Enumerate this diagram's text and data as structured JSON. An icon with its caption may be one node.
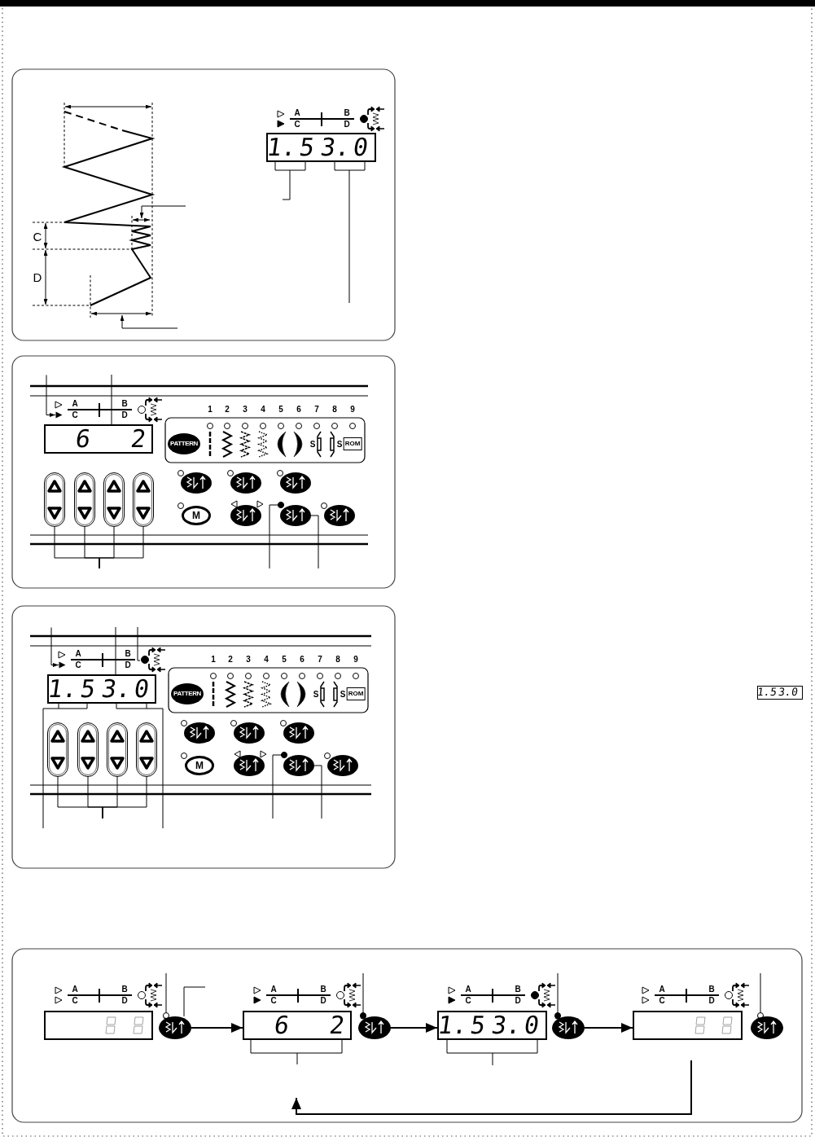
{
  "diagram": {
    "nodes": [
      {
        "text": [
          "1.",
          "5",
          "3.",
          "0"
        ]
      },
      {
        "text": [
          "6",
          "2"
        ]
      },
      {
        "text": [],
        "shape": "key"
      },
      {
        "text": [],
        "shape": "key"
      },
      {
        "text": [],
        "shape": "key"
      },
      {
        "text": [],
        "shape": "key"
      },
      {
        "text": [],
        "shape": "button"
      },
      {
        "text": [],
        "shape": "button"
      },
      {
        "text": [],
        "shape": "button"
      },
      {
        "text": [],
        "shape": "button"
      },
      {
        "text": [],
        "shape": "button"
      },
      {
        "text": [],
        "shape": "button"
      },
      {
        "text": [
          "1.",
          "5",
          "3.",
          "0"
        ]
      },
      {
        "text": [],
        "shape": "key"
      },
      {
        "text": [],
        "shape": "key"
      },
      {
        "text": [],
        "shape": "key"
      },
      {
        "text": [],
        "shape": "key"
      },
      {
        "text": [],
        "shape": "button"
      },
      {
        "text": [],
        "shape": "button"
      },
      {
        "text": [],
        "shape": "button"
      },
      {
        "text": [],
        "shape": "button"
      },
      {
        "text": [],
        "shape": "button"
      },
      {
        "text": [],
        "shape": "button"
      },
      {
        "text": [
          "1.",
          "5",
          "3.",
          "0"
        ]
      },
      {
        "text": [],
        "shape": "box"
      },
      {
        "text": [],
        "shape": "button"
      },
      {
        "text": [
          "6",
          "2"
        ]
      },
      {
        "text": [],
        "shape": "button"
      },
      {
        "text": [
          "1.",
          "5",
          "3.",
          "0"
        ]
      },
      {
        "text": [],
        "shape": "button"
      },
      {
        "text": [],
        "shape": "box"
      },
      {
        "text": [],
        "shape": "button"
      },
      {
        "text": [],
        "shape": "triangle"
      },
      {
        "text": [],
        "shape": "triangle"
      }
    ],
    "edges": [
      {
        "from": 0,
        "to": null,
        "arrow": "none"
      },
      {
        "from": 0,
        "to": null,
        "arrow": "none"
      },
      {
        "from": null,
        "to": 1,
        "arrow": "none"
      },
      {
        "from": 2,
        "to": null,
        "arrow": "none"
      },
      {
        "from": 3,
        "to": null,
        "arrow": "none"
      },
      {
        "from": 4,
        "to": null,
        "arrow": "none"
      },
      {
        "from": 5,
        "to": null,
        "arrow": "none"
      },
      {
        "from": null,
        "to": 10,
        "arrow": "other"
      },
      {
        "from": 10,
        "to": null,
        "arrow": "none"
      },
      {
        "from": null,
        "to": 12,
        "arrow": "none"
      },
      {
        "from": 12,
        "to": null,
        "arrow": "none"
      },
      {
        "from": 12,
        "to": null,
        "arrow": "none"
      },
      {
        "from": 13,
        "to": null,
        "arrow": "none"
      },
      {
        "from": 14,
        "to": null,
        "arrow": "none"
      },
      {
        "from": 15,
        "to": null,
        "arrow": "none"
      },
      {
        "from": 16,
        "to": null,
        "arrow": "none"
      },
      {
        "from": null,
        "to": 21,
        "arrow": "other"
      },
      {
        "from": 21,
        "to": null,
        "arrow": "none"
      },
      {
        "from": 25,
        "to": 26,
        "arrow": "to"
      },
      {
        "from": 27,
        "to": 28,
        "arrow": "to"
      },
      {
        "from": 29,
        "to": 30,
        "arrow": "to"
      },
      {
        "from": null,
        "to": 25,
        "arrow": "other"
      },
      {
        "from": 25,
        "to": null,
        "arrow": "none"
      },
      {
        "from": 26,
        "to": null,
        "arrow": "none"
      },
      {
        "from": null,
        "to": 27,
        "arrow": "other"
      },
      {
        "from": 28,
        "to": null,
        "arrow": "none"
      },
      {
        "from": null,
        "to": 29,
        "arrow": "other"
      },
      {
        "from": null,
        "to": 31,
        "arrow": "other"
      },
      {
        "from": null,
        "to": 32,
        "arrow": "to"
      },
      {
        "from": null,
        "to": 33,
        "arrow": "to"
      }
    ],
    "labels": [
      "A",
      "B",
      "C",
      "D",
      "C",
      "D",
      "A",
      "B",
      "C",
      "D",
      "1",
      "2",
      "3",
      "4",
      "5",
      "6",
      "7",
      "8",
      "9",
      "PATTERN",
      "S",
      "S",
      "ROM",
      "M",
      "A",
      "B",
      "C",
      "D",
      "1",
      "2",
      "3",
      "4",
      "5",
      "6",
      "7",
      "8",
      "9",
      "PATTERN",
      "S",
      "S",
      "ROM",
      "M",
      "A",
      "B",
      "C",
      "D",
      "A",
      "B",
      "C",
      "D",
      "A",
      "B",
      "C",
      "D",
      "A",
      "B",
      "C",
      "D"
    ]
  }
}
